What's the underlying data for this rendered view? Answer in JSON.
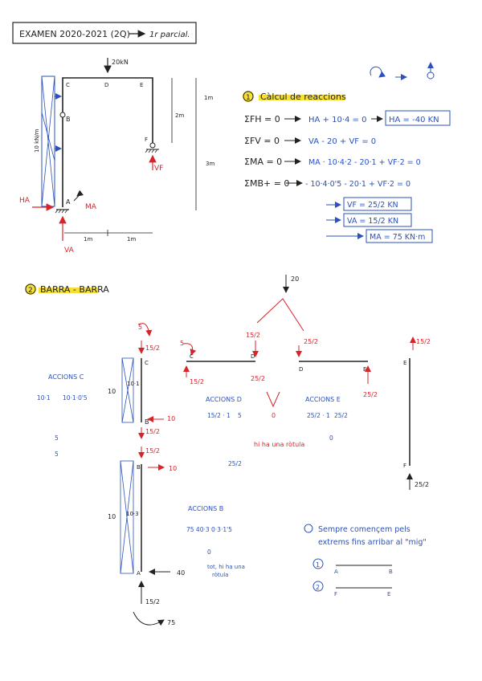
{
  "header": {
    "title": "EXAMEN 2020-2021 (2Q)",
    "subtitle": "1r parcial."
  },
  "frame": {
    "load": "20kN",
    "nodes": {
      "a": "A",
      "b": "B",
      "c": "C",
      "d": "D",
      "e": "E",
      "f": "F"
    },
    "dist_load": "10 kN/m",
    "dims": {
      "d1": "1m",
      "d2": "2m",
      "d3": "3m",
      "h1": "1m",
      "h2": "1m"
    },
    "reactions": {
      "ha_left": "HA",
      "ma": "MA",
      "va": "VA",
      "vf": "VF"
    }
  },
  "section1": {
    "number": "1",
    "title": "Càlcul de reaccions",
    "eq1_lhs": "ΣFH = 0",
    "eq1_rhs": "HA + 10·4 = 0",
    "eq1_result": "HA = -40 KN",
    "eq2_lhs": "ΣFV = 0",
    "eq2_rhs": "VA - 20 + VF = 0",
    "eq3_lhs": "ΣMA = 0",
    "eq3_rhs": "MA · 10·4·2 - 20·1 + VF·2 = 0",
    "eq4_lhs": "ΣMB+ = 0",
    "eq4_rhs": "- 10·4·0'5 - 20·1 + VF·2 = 0",
    "res1": "VF = 25/2 KN",
    "res2": "VA = 15/2 KN",
    "res3": "MA = 75 KN·m"
  },
  "section2": {
    "number": "2",
    "title": "BARRA - BARRA",
    "load_top": "20",
    "bar_cb": {
      "top_moment": "5",
      "top_force": "15/2",
      "c": "C",
      "b": "B",
      "load_left": "10",
      "load_mid": "10·1",
      "right_force": "10",
      "bottom_force": "15/2",
      "accions_title": "ACCIONS C",
      "acc_l1": "10·1",
      "acc_l2": "10·1·0'5",
      "acc_l3": "5"
    },
    "bar_cd": {
      "moment": "5",
      "left_force": "15/2",
      "node_c": "C",
      "node_d": "D",
      "mid_force_top": "15/2",
      "mid_force_bottom": "25/2",
      "accions_title": "ACCIONS D",
      "acc_l1": "15/2 · 1",
      "acc_l2": "5",
      "acc_l3": "25/2"
    },
    "bar_de": {
      "left_force": "25/2",
      "node_d": "D",
      "node_e": "E",
      "right_force": "25/2",
      "accions_title": "ACCIONS E",
      "acc_l1": "25/2 · 1",
      "acc_l2": "25/2",
      "acc_l3": "0"
    },
    "bar_ef": {
      "top_force": "15/2",
      "node_e": "E",
      "node_f": "F",
      "bottom_force": "25/2"
    },
    "rotula": {
      "d_label": "0",
      "note": "hi ha una ròtula"
    },
    "bar_ba": {
      "top_force": "15/2",
      "node_b": "B",
      "node_a": "A",
      "right_force": "10",
      "load_left": "10",
      "load_mid": "10·3",
      "bottom_right": "40",
      "bottom_force": "15/2",
      "moment": "75",
      "accions_title": "ACCIONS B",
      "acc_l1": "75   40·3   0·3·1'5",
      "acc_l2": "0",
      "note1": "tot, hi ha una",
      "note2": "ròtula"
    },
    "note": {
      "line1": "Sempre començem pels",
      "line2": "extrems fins arribar al \"mig\"",
      "opt1_num": "1",
      "opt1_a": "A",
      "opt1_b": "B",
      "opt2_num": "2",
      "opt2_a": "F",
      "opt2_b": "E"
    }
  },
  "colors": {
    "ink": "#222222",
    "red": "#d9232a",
    "blue": "#2a52be",
    "highlight": "#f7df3a"
  }
}
